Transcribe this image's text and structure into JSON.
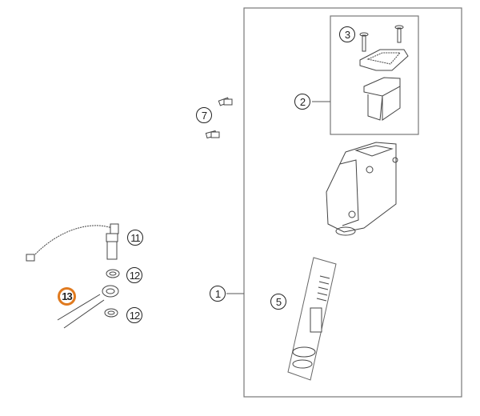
{
  "diagram": {
    "highlight_color": "#e07a1f",
    "callouts": [
      {
        "label": "1"
      },
      {
        "label": "2"
      },
      {
        "label": "3"
      },
      {
        "label": "5"
      },
      {
        "label": "7"
      },
      {
        "label": "11"
      },
      {
        "label": "12"
      },
      {
        "label": "13"
      },
      {
        "label": "12"
      }
    ],
    "selected_callout": "13"
  }
}
